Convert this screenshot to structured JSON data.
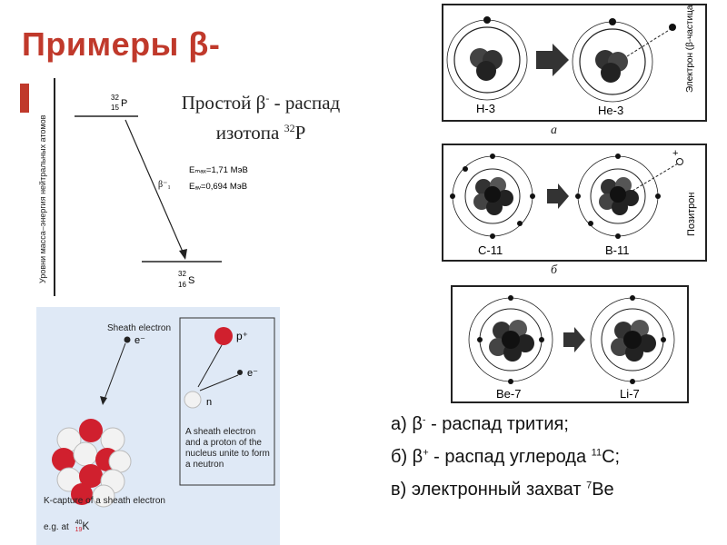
{
  "slide": {
    "title": "Примеры β-",
    "p32_caption": {
      "line1_prefix": "Простой β",
      "line1_sup": "-",
      "line1_suffix": " - распад",
      "line2_prefix": "изотопа ",
      "line2_sup": "32",
      "line2_suffix": "Р"
    }
  },
  "p32_diagram": {
    "y_axis_label": "Уровни масса–энергия нейтральных атомов",
    "parent": {
      "mass": "32",
      "z": "15",
      "symbol": "P"
    },
    "daughter": {
      "mass": "32",
      "z": "16",
      "symbol": "S"
    },
    "transition_label": "β⁻₁",
    "emax": "Eₘₐₓ=1,71 МэВ",
    "eav": "Eₐᵥ=0,694 МэВ"
  },
  "kcapture": {
    "sheath_electron": "Sheath electron",
    "e_minus": "e⁻",
    "p_plus": "p⁺",
    "e_minus_2": "e⁻",
    "n": "n",
    "explanation": "A sheath electron and a proton of the nucleus unite to form a neutron",
    "caption": "K-capture of a sheath electron",
    "example_prefix": "e.g. at",
    "example_mass": "40",
    "example_z": "19",
    "example_symbol": "K"
  },
  "panels": {
    "a": {
      "left_label": "H-3",
      "right_label": "He-3",
      "particle_label": "Электрон (β-частица)",
      "letter": "а"
    },
    "b": {
      "left_label": "C-11",
      "right_label": "B-11",
      "particle_label": "Позитрон",
      "plus": "+",
      "letter": "б"
    },
    "c": {
      "left_label": "Be-7",
      "right_label": "Li-7"
    }
  },
  "list": {
    "a": {
      "prefix": "а) β",
      "sup": "-",
      "suffix": " - распад трития;"
    },
    "b": {
      "prefix": "б) β",
      "sup": "+",
      "middle": " - распад углерода ",
      "sup2": "11",
      "suffix": "С;"
    },
    "c": {
      "prefix": "в) электронный захват ",
      "sup": "7",
      "suffix": "Ве"
    }
  },
  "colors": {
    "title": "#c0392b",
    "kcapture_bg": "#dfe9f6",
    "proton": "#d0202e",
    "neutron": "#f2f2f2"
  }
}
